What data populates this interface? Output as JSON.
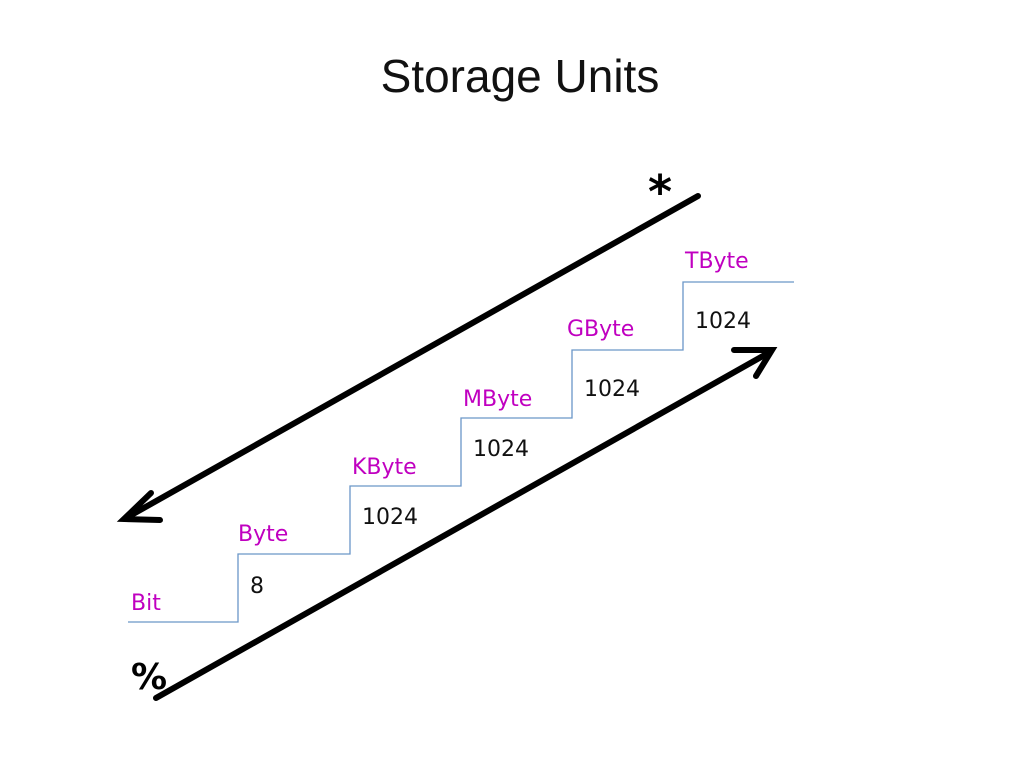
{
  "slide": {
    "title": "Storage Units"
  },
  "diagram": {
    "units": [
      {
        "name": "Bit"
      },
      {
        "name": "Byte",
        "factor": "8"
      },
      {
        "name": "KByte",
        "factor": "1024"
      },
      {
        "name": "MByte",
        "factor": "1024"
      },
      {
        "name": "GByte",
        "factor": "1024"
      },
      {
        "name": "TByte",
        "factor": "1024"
      }
    ],
    "multiply_symbol": "*",
    "divide_symbol": "%",
    "colors": {
      "unit_label": "#c000c0",
      "staircase_line": "#6a96c8",
      "arrow": "#000000",
      "factor_text": "#111111"
    }
  }
}
